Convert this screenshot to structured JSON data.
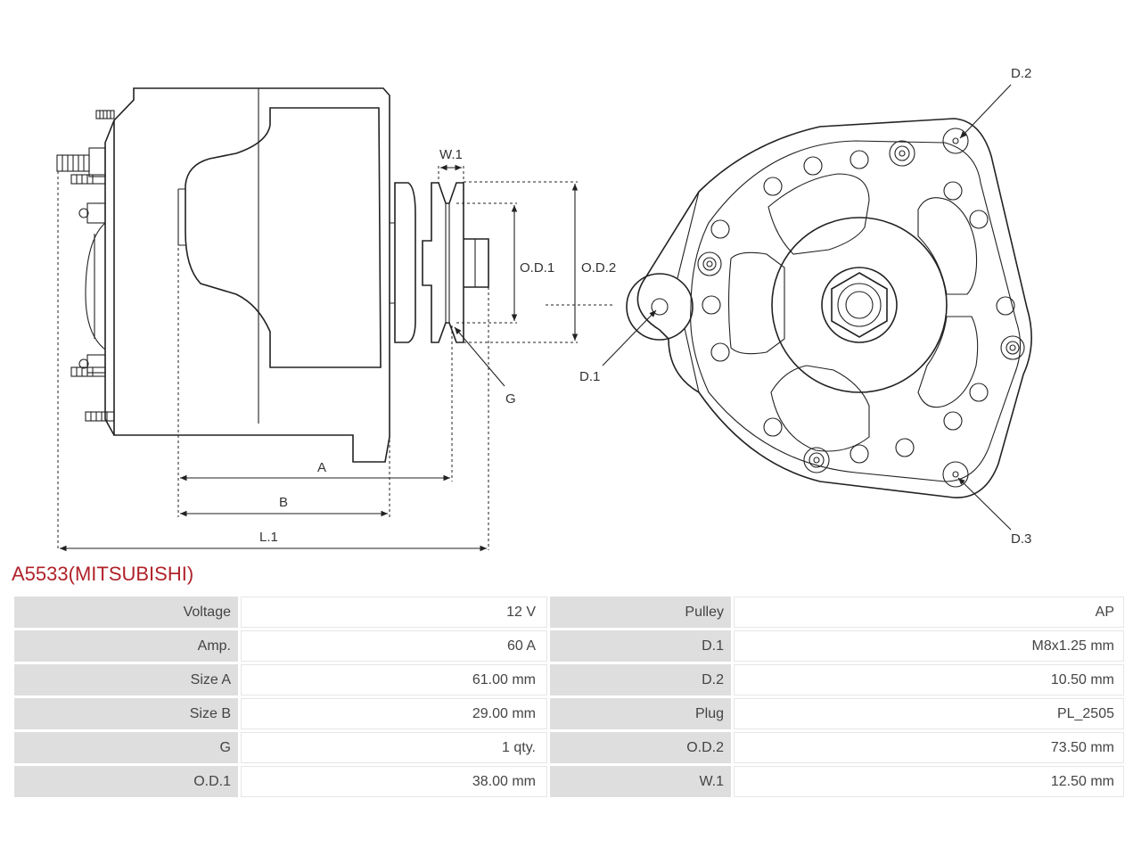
{
  "drawing": {
    "labels": {
      "w1": "W.1",
      "od1": "O.D.1",
      "od2": "O.D.2",
      "g": "G",
      "a": "A",
      "b": "B",
      "l1": "L.1",
      "d1": "D.1",
      "d2": "D.2",
      "d3": "D.3"
    }
  },
  "product": {
    "title": "A5533(MITSUBISHI)"
  },
  "specs": [
    {
      "label": "Voltage",
      "value": "12 V",
      "label2": "Pulley",
      "value2": "AP"
    },
    {
      "label": "Amp.",
      "value": "60 A",
      "label2": "D.1",
      "value2": "M8x1.25 mm"
    },
    {
      "label": "Size A",
      "value": "61.00 mm",
      "label2": "D.2",
      "value2": "10.50 mm"
    },
    {
      "label": "Size B",
      "value": "29.00 mm",
      "label2": "Plug",
      "value2": "PL_2505"
    },
    {
      "label": "G",
      "value": "1 qty.",
      "label2": "O.D.2",
      "value2": "73.50 mm"
    },
    {
      "label": "O.D.1",
      "value": "38.00 mm",
      "label2": "W.1",
      "value2": "12.50 mm"
    }
  ]
}
